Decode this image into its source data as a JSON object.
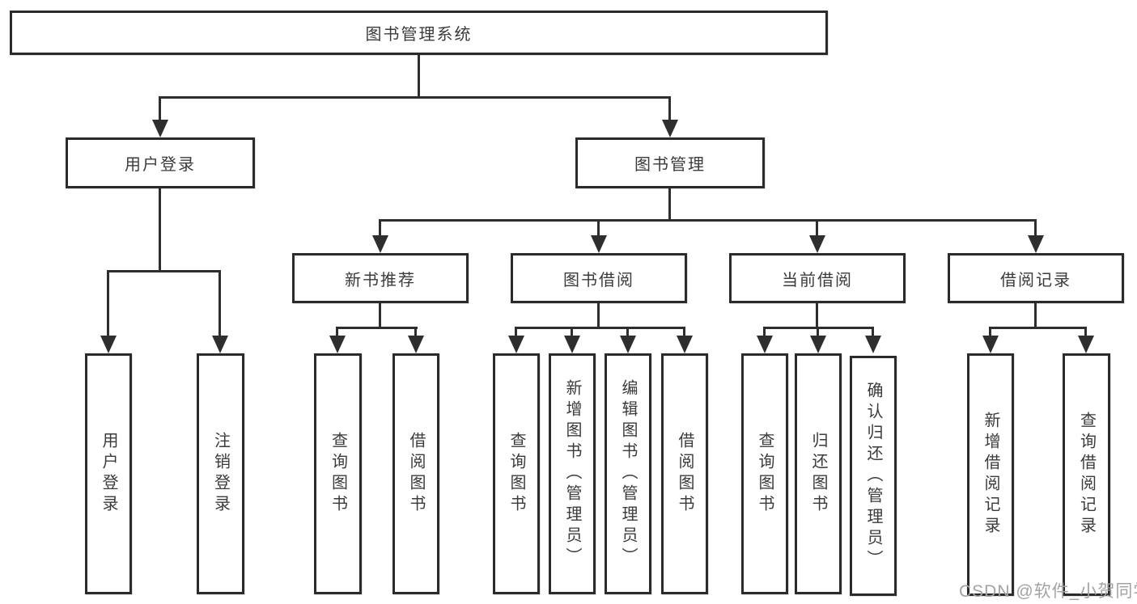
{
  "diagram": {
    "root": "图书管理系统",
    "branches": [
      {
        "label": "用户登录",
        "leaves": [
          "用户登录",
          "注销登录"
        ]
      },
      {
        "label": "图书管理",
        "groups": [
          {
            "label": "新书推荐",
            "leaves": [
              "查询图书",
              "借阅图书"
            ]
          },
          {
            "label": "图书借阅",
            "leaves": [
              "查询图书",
              "新增图书（管理员）",
              "编辑图书（管理员）",
              "借阅图书"
            ]
          },
          {
            "label": "当前借阅",
            "leaves": [
              "查询图书",
              "归还图书",
              "确认归还（管理员）"
            ]
          },
          {
            "label": "借阅记录",
            "leaves": [
              "新增借阅记录",
              "查询借阅记录"
            ]
          }
        ]
      }
    ]
  },
  "watermark": "CSDN @软件_小贺同学",
  "colors": {
    "line": "#2e2e2e",
    "box_border": "#2b2b2b",
    "text": "#3b3b3b",
    "background": "#ffffff",
    "watermark": "#a3a3a3"
  }
}
